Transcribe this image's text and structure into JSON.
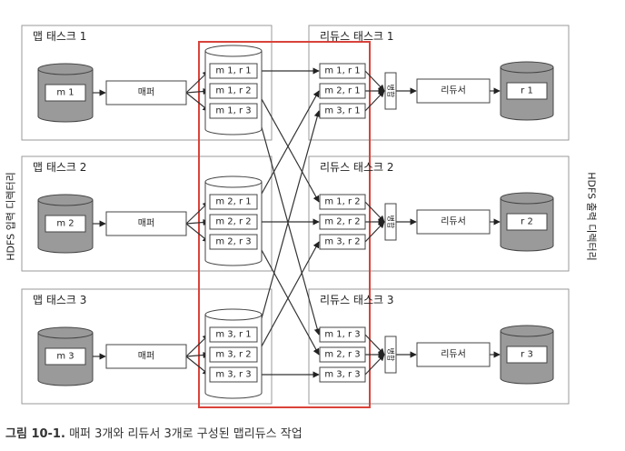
{
  "side_labels": {
    "input_dir": "HDFS 입력 디렉터리",
    "output_dir": "HDFS 출력 디렉터리"
  },
  "map_tasks": [
    {
      "title": "맵 태스크 1",
      "input": "m 1",
      "mapper": "매퍼",
      "partitions": [
        "m 1, r 1",
        "m 1, r 2",
        "m 1, r 3"
      ]
    },
    {
      "title": "맵 태스크 2",
      "input": "m 2",
      "mapper": "매퍼",
      "partitions": [
        "m 2, r 1",
        "m 2, r 2",
        "m 2, r 3"
      ]
    },
    {
      "title": "맵 태스크 3",
      "input": "m 3",
      "mapper": "매퍼",
      "partitions": [
        "m 3, r 1",
        "m 3, r 2",
        "m 3, r 3"
      ]
    }
  ],
  "reduce_tasks": [
    {
      "title": "리듀스 태스크 1",
      "inputs": [
        "m 1, r 1",
        "m 2, r 1",
        "m 3, r 1"
      ],
      "merge": "병합",
      "reducer": "리듀서",
      "output": "r 1"
    },
    {
      "title": "리듀스 태스크 2",
      "inputs": [
        "m 1, r 2",
        "m 2, r 2",
        "m 3, r 2"
      ],
      "merge": "병합",
      "reducer": "리듀서",
      "output": "r 2"
    },
    {
      "title": "리듀스 태스크 3",
      "inputs": [
        "m 1, r 3",
        "m 2, r 3",
        "m 3, r 3"
      ],
      "merge": "병합",
      "reducer": "리듀서",
      "output": "r 3"
    }
  ],
  "caption": {
    "label": "그림 10-1.",
    "text": "매퍼 3개와 리듀서 3개로 구성된 맵리듀스 작업"
  },
  "colors": {
    "highlight": "#d9433b",
    "cylinder_fill": "#9a9a9a",
    "line": "#333333"
  }
}
